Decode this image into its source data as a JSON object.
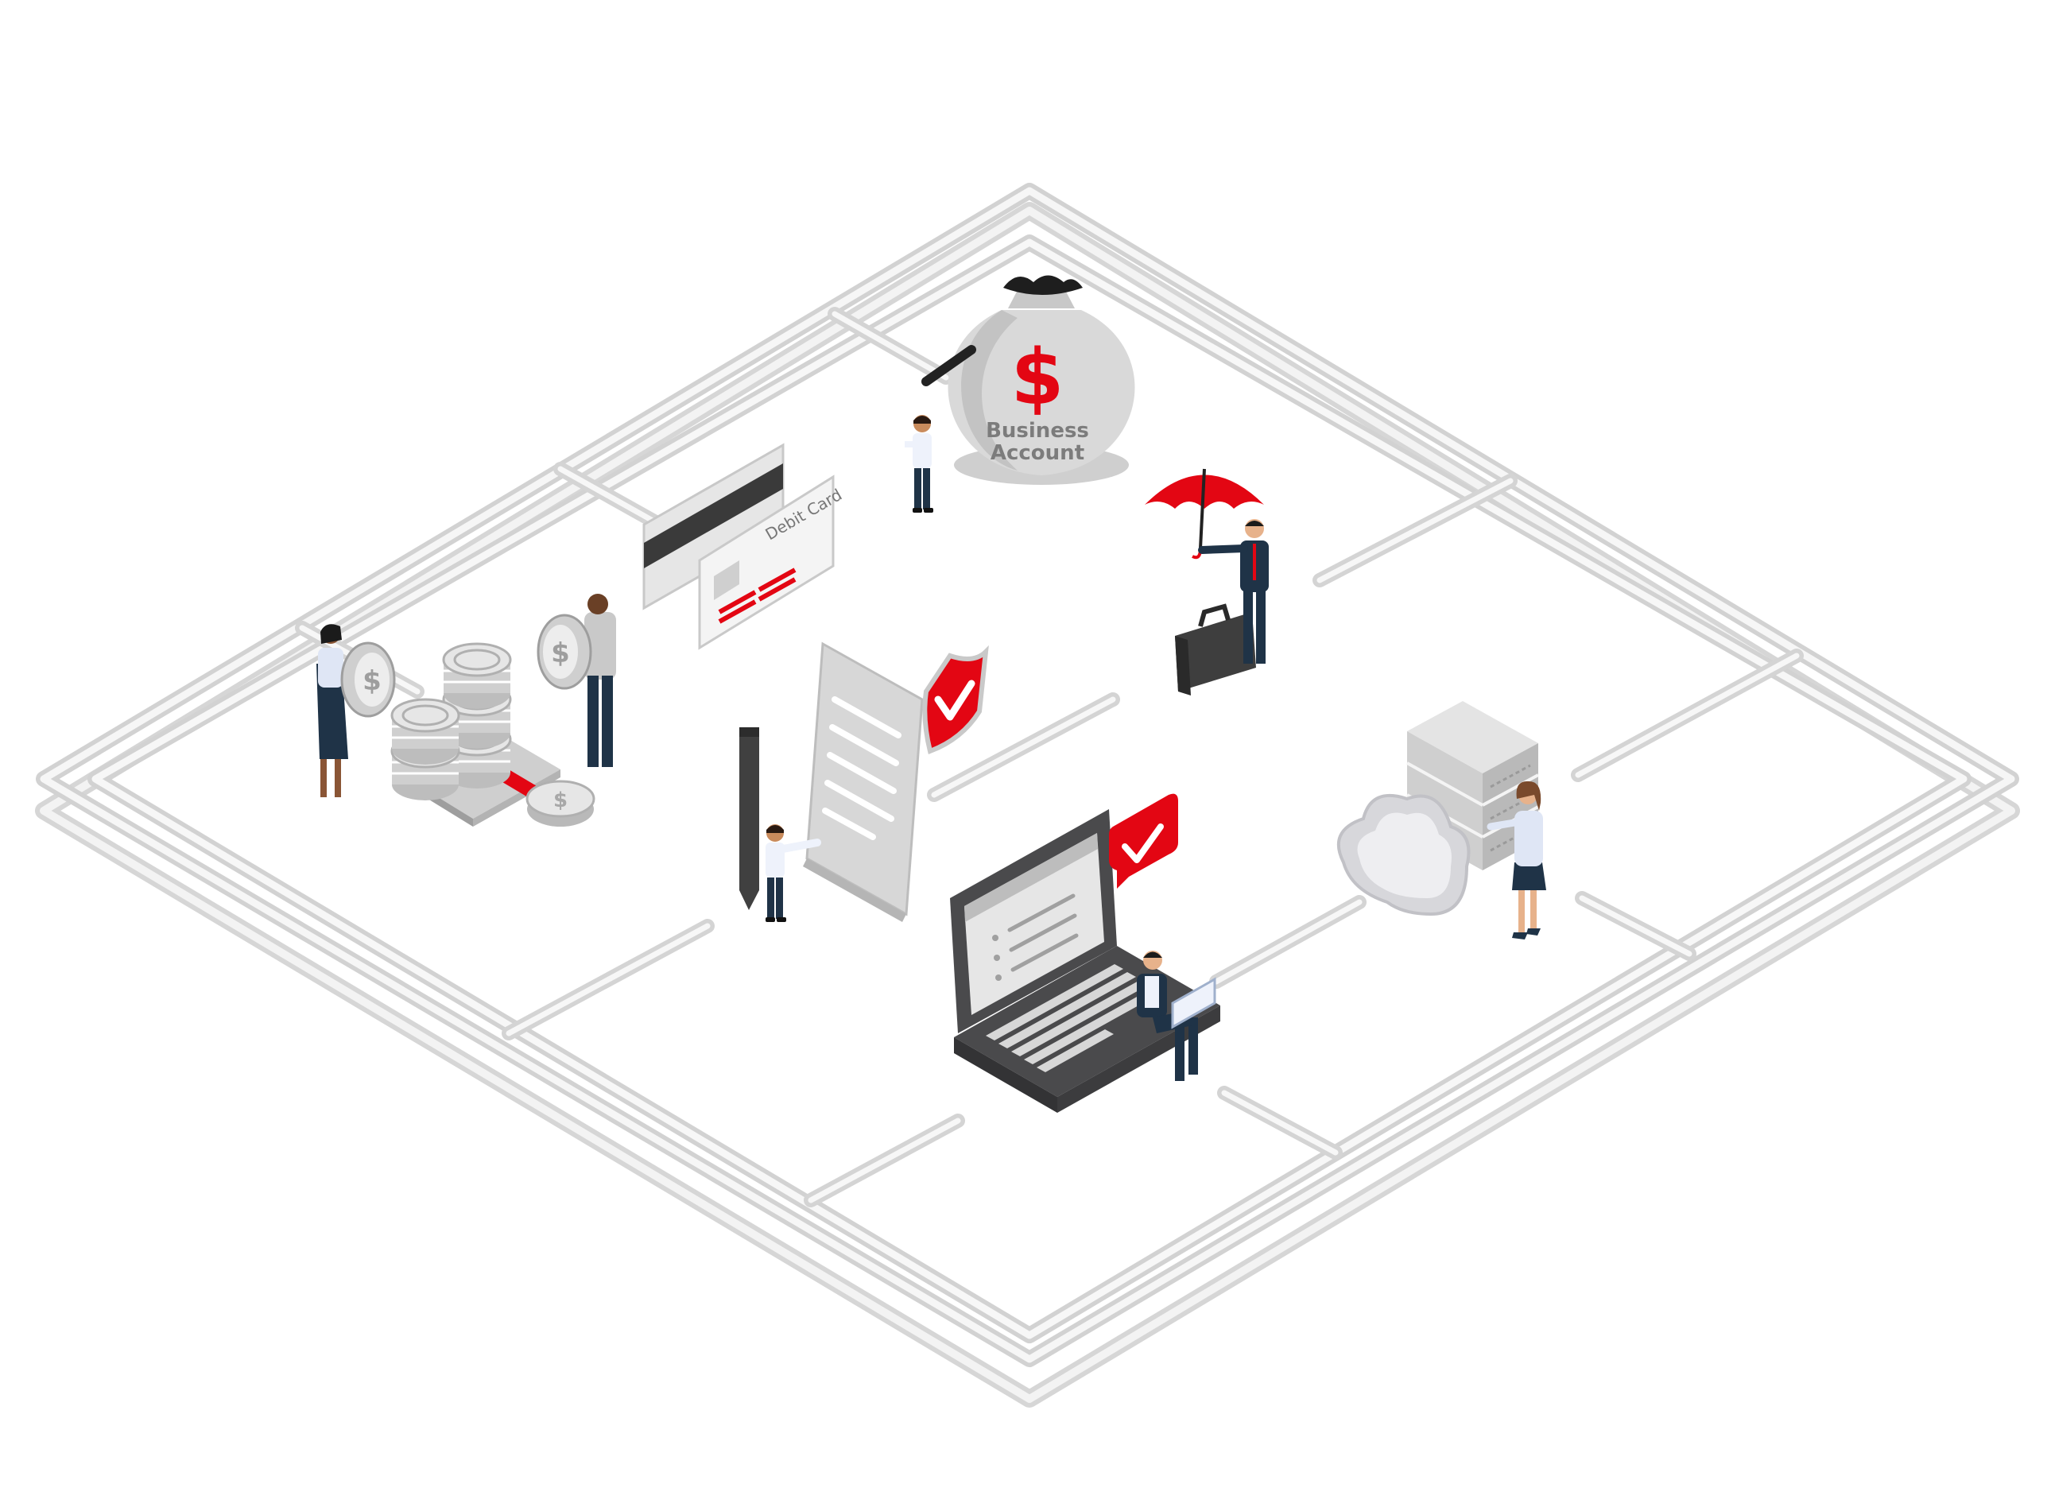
{
  "money_bag": {
    "symbol": "$",
    "line1": "Business",
    "line2": "Account"
  },
  "debit_card": {
    "label": "Debit Card"
  },
  "coins": {
    "symbol": "$"
  },
  "colors": {
    "accent_red": "#e30613",
    "navy": "#1f3347",
    "platform_grey": "#d4d4d4",
    "object_grey": "#c2c2c2",
    "laptop_dark": "#4a4a4c"
  }
}
